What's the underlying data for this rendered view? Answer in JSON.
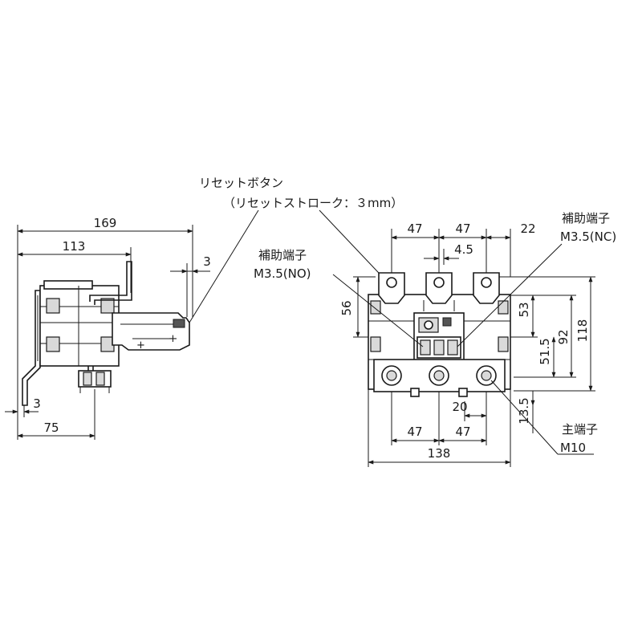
{
  "labels": {
    "reset_button": "リセットボタン",
    "reset_stroke": "（リセットストローク：３mm）",
    "aux_no_title": "補助端子",
    "aux_no_spec": "M3.5(NO)",
    "aux_nc_title": "補助端子",
    "aux_nc_spec": "M3.5(NC)",
    "main_title": "主端子",
    "main_spec": "M10"
  },
  "side_view": {
    "dims": {
      "overall_depth": "169",
      "mount_depth": "113",
      "button_stroke": "3",
      "plate_thickness": "3",
      "base_depth": "75"
    }
  },
  "front_view": {
    "dims": {
      "pitch_top_left": "47",
      "pitch_top_right": "47",
      "edge_right_top": "22",
      "aux_offset": "4.5",
      "height_56": "56",
      "height_53": "53",
      "height_92": "92",
      "height_118": "118",
      "height_51_5": "51.5",
      "height_13_5": "13.5",
      "main_offset_20": "20",
      "pitch_bottom_left": "47",
      "pitch_bottom_right": "47",
      "overall_width": "138"
    }
  }
}
